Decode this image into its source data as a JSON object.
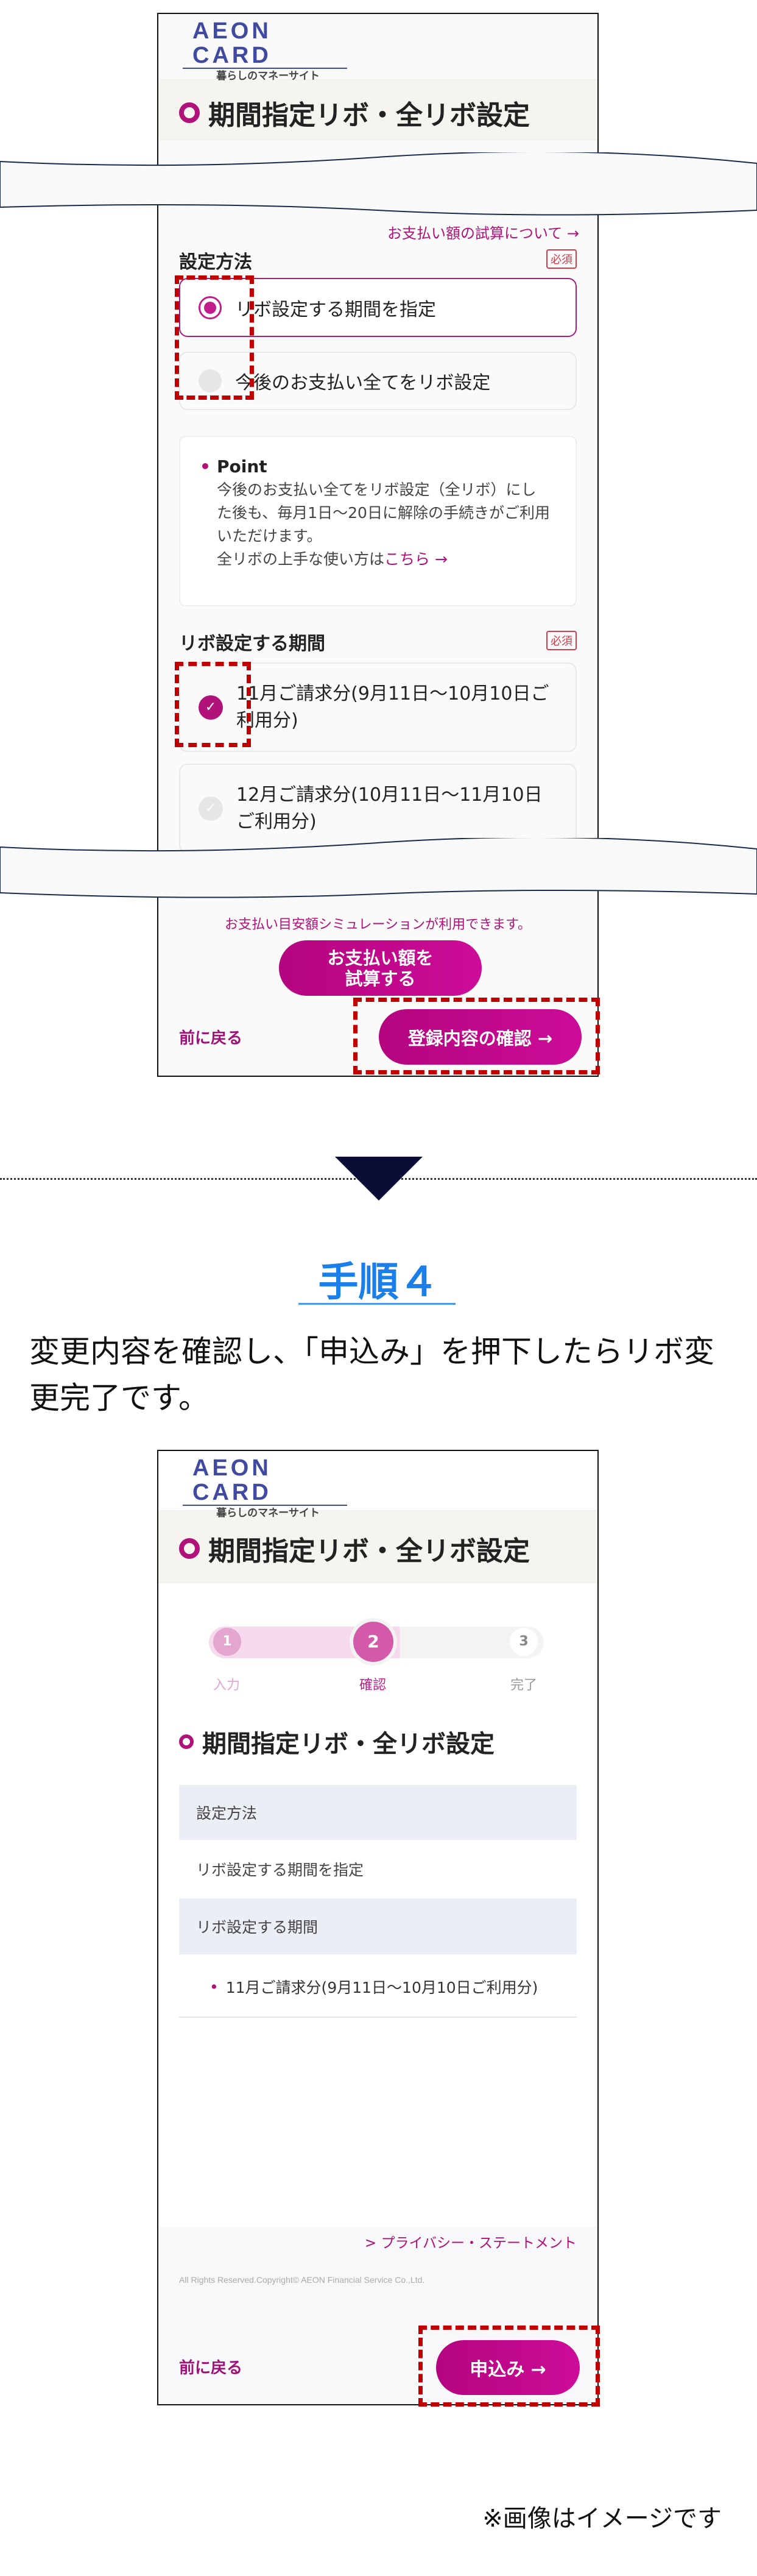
{
  "logo": {
    "brand": "AEON CARD",
    "sub": "暮らしのマネーサイト"
  },
  "page_title": "期間指定リボ・全リボ設定",
  "screen1": {
    "cut_text": "お支払い額の試算について →",
    "method_label": "設定方法",
    "required": "必須",
    "options": [
      "リボ設定する期間を指定",
      "今後のお支払い全てをリボ設定"
    ],
    "point": {
      "title": "Point",
      "body": "今後のお支払い全てをリボ設定（全リボ）にした後も、毎月1日〜20日に解除の手続きがご利用いただけます。",
      "link_prefix": "全リボの上手な使い方は",
      "link": "こちら →"
    },
    "period_label": "リボ設定する期間",
    "periods": [
      "11月ご請求分(9月11日〜10月10日ご利用分)",
      "12月ご請求分(10月11日〜11月10日ご利用分)"
    ],
    "sim_text": "お支払い目安額シミュレーションが利用できます。",
    "sim_button": "お支払い額を試算する",
    "back": "前に戻る",
    "confirm_button": "登録内容の確認 →"
  },
  "step": {
    "title": "手順４",
    "text": "変更内容を確認し、「申込み」を押下したらリボ変更完了です。"
  },
  "screen2": {
    "steps": [
      {
        "n": "1",
        "label": "入力"
      },
      {
        "n": "2",
        "label": "確認"
      },
      {
        "n": "3",
        "label": "完了"
      }
    ],
    "current_step": 2,
    "table": [
      {
        "header": "設定方法",
        "value": "リボ設定する期間を指定"
      },
      {
        "header": "リボ設定する期間",
        "value": "11月ご請求分(9月11日〜10月10日ご利用分)"
      }
    ],
    "privacy": "> プライバシー・ステートメント",
    "copyright": "All Rights Reserved.Copyright© AEON Financial Service Co.,Ltd.",
    "back": "前に戻る",
    "apply_button": "申込み →"
  },
  "note": "※画像はイメージです",
  "colors": {
    "accent": "#b4057f",
    "step_blue": "#1a7fe8",
    "highlight": "#c00000"
  }
}
